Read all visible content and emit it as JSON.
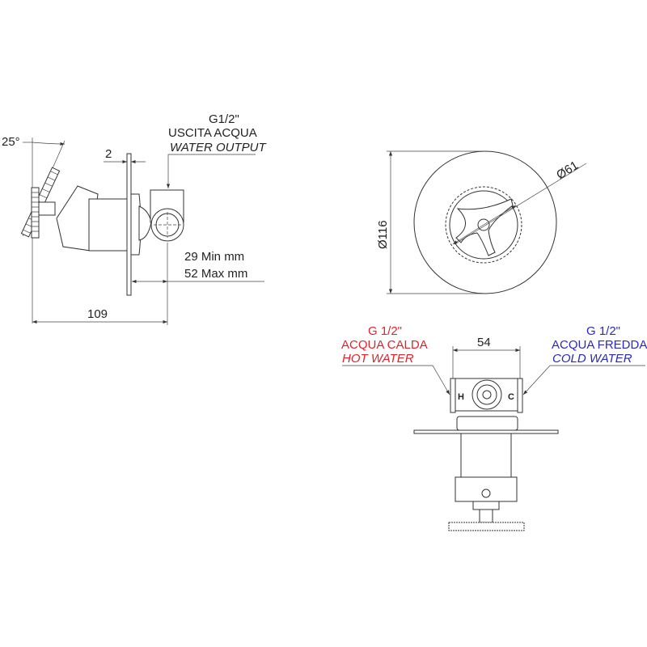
{
  "side_view": {
    "angle_label": "25°",
    "plate_thickness_label": "2",
    "outlet": {
      "size": "G1/2\"",
      "label_it": "USCITA ACQUA",
      "label_en": "WATER OUTPUT"
    },
    "depth_min_label": "29 Min mm",
    "depth_max_label": "52 Max mm",
    "total_length_label": "109"
  },
  "front_view": {
    "plate_diameter_label": "Ø116",
    "knob_diameter_label": "Ø61"
  },
  "top_view": {
    "width_label": "54",
    "hot": {
      "size": "G 1/2\"",
      "label_it": "ACQUA CALDA",
      "label_en": "HOT WATER",
      "marker": "H"
    },
    "cold": {
      "size": "G 1/2\"",
      "label_it": "ACQUA FREDDA",
      "label_en": "COLD WATER",
      "marker": "C"
    }
  },
  "colors": {
    "hot": "#e0232a",
    "cold": "#2a2ab8",
    "line": "#333333"
  }
}
